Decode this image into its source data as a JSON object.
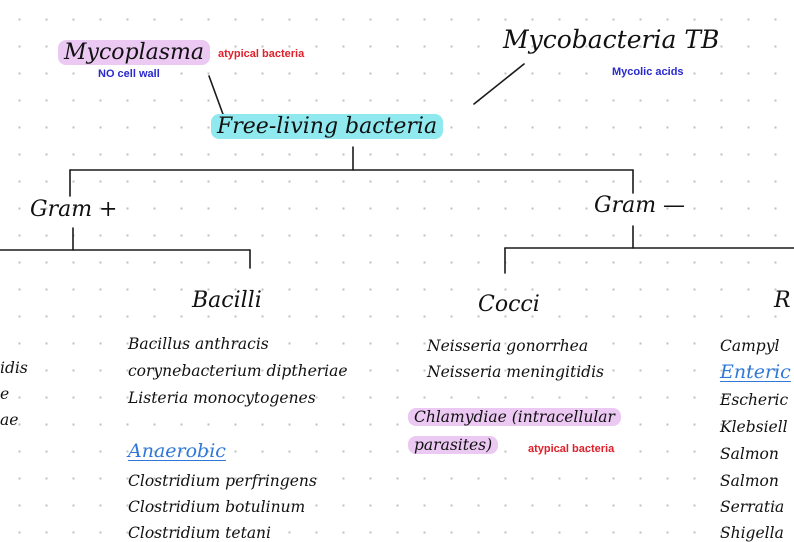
{
  "top": {
    "mycoplasma": {
      "label": "Mycoplasma",
      "tag": "atypical bacteria",
      "note": "NO cell wall"
    },
    "mycobacteria": {
      "label": "Mycobacteria TB",
      "note": "Mycolic acids"
    },
    "root": "Free-living bacteria"
  },
  "gram_pos": {
    "label": "Gram +",
    "left_partial": [
      "idis",
      "e",
      "ae"
    ],
    "bacilli": {
      "label": "Bacilli",
      "items": [
        "Bacillus anthracis",
        "corynebacterium diptheriae",
        "Listeria monocytogenes"
      ],
      "anaerobic_label": "Anaerobic",
      "anaerobic_items": [
        "Clostridium perfringens",
        "Clostridium botulinum",
        "Clostridium tetani"
      ]
    }
  },
  "gram_neg": {
    "label": "Gram —",
    "cocci": {
      "label": "Cocci",
      "items": [
        "Neisseria gonorrhea",
        "Neisseria meningitidis"
      ],
      "chlamydiae_line1": "Chlamydiae (intracellular",
      "chlamydiae_line2": "parasites)",
      "chlamydiae_tag": "atypical bacteria"
    },
    "rods": {
      "label": "R",
      "items_top": [
        "Campyl"
      ],
      "enteric_label": "Enteric",
      "enteric_items": [
        "Escheric",
        "Klebsiell",
        "Salmon",
        "Salmon",
        "Serratia",
        "Shigella"
      ]
    }
  },
  "colors": {
    "highlight_purple": "#ecc9f3",
    "highlight_cyan": "#8fe9ef",
    "note_red": "#e0202a",
    "note_blue": "#2a2ad0",
    "link_blue": "#2f78d8"
  }
}
